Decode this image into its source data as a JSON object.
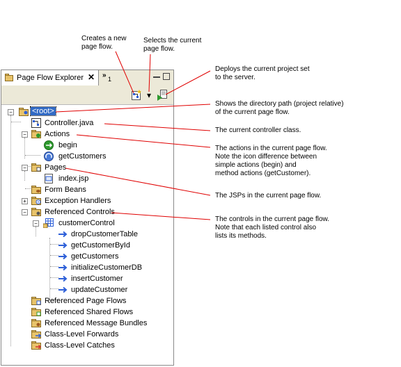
{
  "callouts": {
    "new_page_flow": "Creates a new\npage flow.",
    "select_page_flow": "Selects the current\npage flow.",
    "deploy": "Deploys the current project set\nto the server.",
    "directory_path": "Shows the directory path (project relative)\nof the current page flow.",
    "controller_class": "The current controller class.",
    "actions": "The actions in the current page flow.\nNote the icon difference between\nsimple actions (begin) and\nmethod actions (getCustomer).",
    "jsps": "The JSPs in the current page flow.",
    "controls": "The controls in the current page flow.\nNote that each listed control also\nlists its methods."
  },
  "tab": {
    "label": "Page Flow Explorer",
    "close": "✕",
    "overflow": "»",
    "overflow_count": "1"
  },
  "toolbar": {
    "dropdown": "▾"
  },
  "tree": {
    "root": "<root>",
    "controller": "Controller.java",
    "actions": "Actions",
    "action_begin": "begin",
    "action_getcustomers": "getCustomers",
    "pages": "Pages",
    "page_index": "index.jsp",
    "form_beans": "Form Beans",
    "exception_handlers": "Exception Handlers",
    "referenced_controls": "Referenced Controls",
    "customer_control": "customerControl",
    "methods": [
      "dropCustomerTable",
      "getCustomerById",
      "getCustomers",
      "initializeCustomerDB",
      "insertCustomer",
      "updateCustomer"
    ],
    "referenced_page_flows": "Referenced Page Flows",
    "referenced_shared_flows": "Referenced Shared Flows",
    "referenced_message_bundles": "Referenced Message Bundles",
    "class_level_forwards": "Class-Level Forwards",
    "class_level_catches": "Class-Level Catches",
    "expander_minus": "−",
    "expander_plus": "+"
  },
  "colors": {
    "callout_line": "#e00000",
    "selection": "#316ac5",
    "folder": "#e8c36a",
    "method_arrow": "#2d5fd8"
  }
}
